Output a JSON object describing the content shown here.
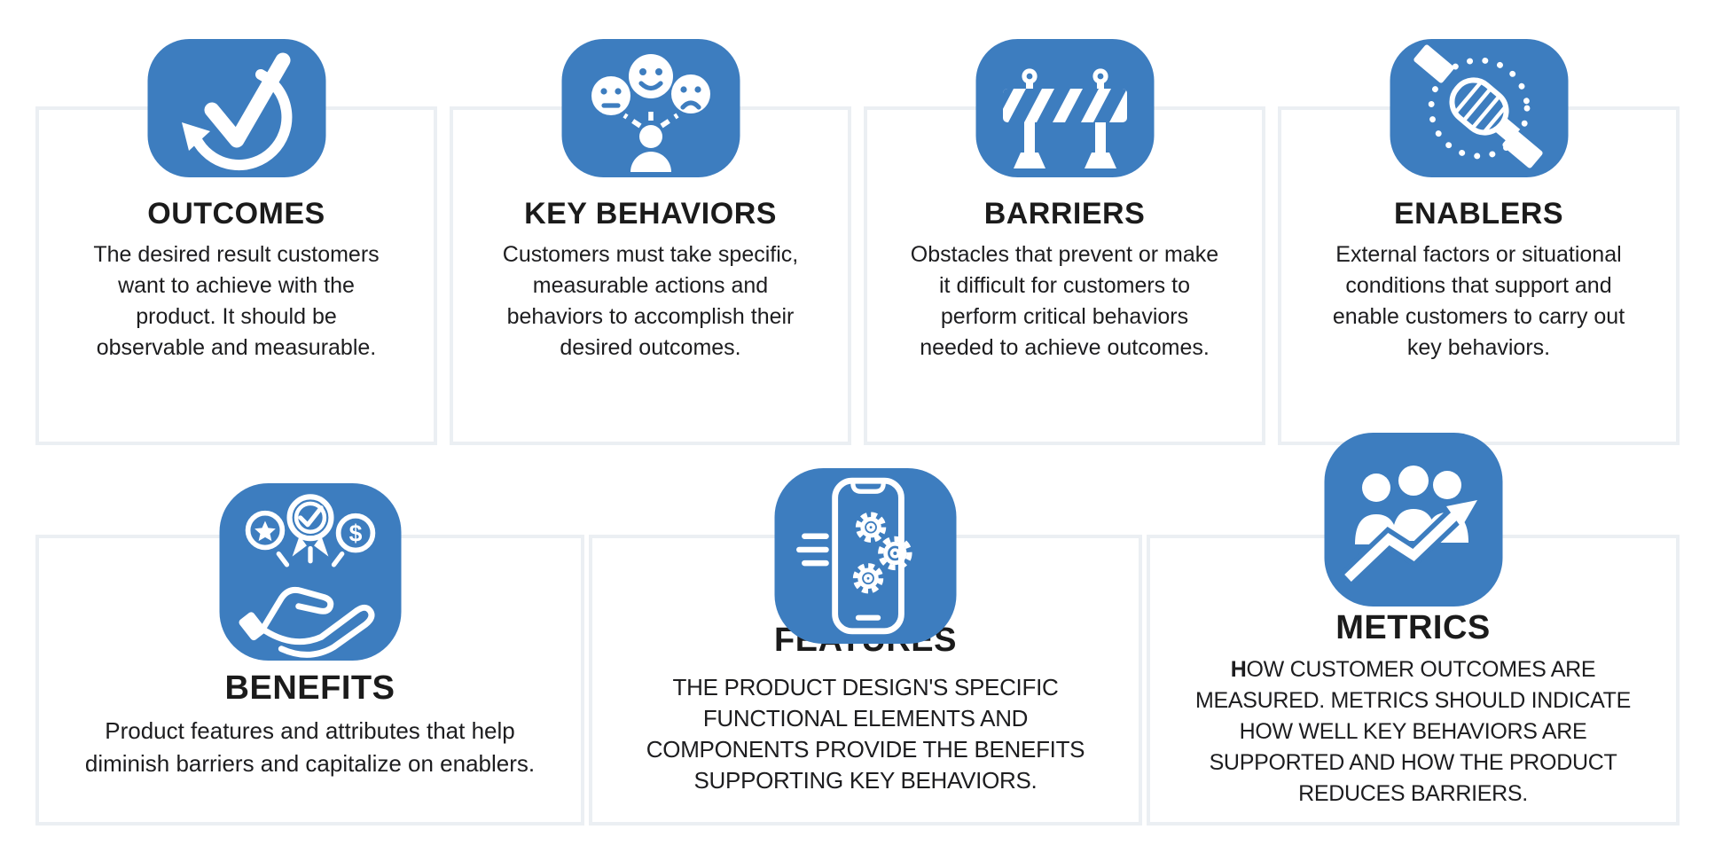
{
  "palette": {
    "icon_blue": "#3d7dbf",
    "card_border": "#ebeff3",
    "title_color": "#1b1b1b",
    "body_color": "#1d1d1f",
    "background": "#ffffff"
  },
  "cards": [
    {
      "id": "outcomes",
      "title": "OUTCOMES",
      "description": "The desired result customers\nwant to achieve with the\nproduct. It should be\nobservable and measurable.",
      "icon": "checkmark-cycle-icon"
    },
    {
      "id": "key-behaviors",
      "title": "KEY BEHAVIORS",
      "description": "Customers must take specific,\nmeasurable actions and\nbehaviors to accomplish their\ndesired outcomes.",
      "icon": "customer-emotions-icon"
    },
    {
      "id": "barriers",
      "title": "BARRIERS",
      "description": "Obstacles that prevent or make\nit difficult for customers to\nperform critical behaviors\nneeded to achieve outcomes.",
      "icon": "roadblock-barrier-icon"
    },
    {
      "id": "enablers",
      "title": "ENABLERS",
      "description": "External factors or situational\nconditions that support and\nenable customers to carry out\nkey behaviors.",
      "icon": "supporting-hands-icon"
    },
    {
      "id": "benefits",
      "title": "BENEFITS",
      "description": "Product features and attributes that help\ndiminish barriers and capitalize on enablers.",
      "icon": "rewards-in-hand-icon"
    },
    {
      "id": "features",
      "title": "FEATURES",
      "description": "THE PRODUCT DESIGN'S SPECIFIC\nFUNCTIONAL ELEMENTS AND\nCOMPONENTS PROVIDE THE BENEFITS\nSUPPORTING KEY BEHAVIORS.",
      "icon": "phone-gears-icon"
    },
    {
      "id": "metrics",
      "title": "METRICS",
      "description_lead": "H",
      "description_rest": "OW CUSTOMER OUTCOMES ARE\nMEASURED. METRICS SHOULD INDICATE\nHOW WELL KEY BEHAVIORS ARE\nSUPPORTED AND HOW THE PRODUCT\nREDUCES BARRIERS.",
      "icon": "people-growth-arrow-icon"
    }
  ]
}
